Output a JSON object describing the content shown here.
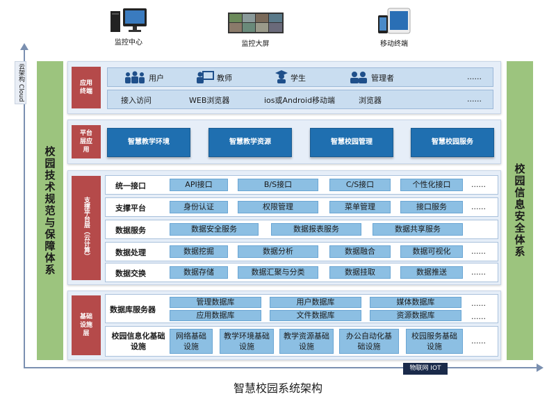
{
  "devices": [
    {
      "label": "监控中心",
      "icon": "desktop-computer-icon"
    },
    {
      "label": "监控大屏",
      "icon": "video-wall-icon"
    },
    {
      "label": "移动终端",
      "icon": "mobile-devices-icon"
    }
  ],
  "axes": {
    "vertical_label": "云架构 Cloud",
    "horizontal_label": "物联网 IOT"
  },
  "left_column": "校园技术规范与保障体系",
  "right_column": "校园信息安全体系",
  "app_terminal": {
    "tag": "应用终端",
    "users": [
      "用户",
      "教师",
      "学生",
      "管理者",
      "......"
    ],
    "access": [
      "接入访问",
      "WEB浏览器",
      "ios或Android移动端",
      "浏览器",
      "......"
    ]
  },
  "app_platform": {
    "tag": "平台层应用",
    "boxes": [
      "智慧教学环境",
      "智慧教学资源",
      "智慧校园管理",
      "智慧校园服务"
    ]
  },
  "support": {
    "tag": "支撑平台层（云计算）",
    "rows": [
      {
        "title": "统一接口",
        "items": [
          "API接口",
          "B/S接口",
          "C/S接口",
          "个性化接口"
        ],
        "more": "......"
      },
      {
        "title": "支撑平台",
        "items": [
          "身份认证",
          "权限管理",
          "菜单管理",
          "接口服务"
        ],
        "more": "......"
      },
      {
        "title": "数据服务",
        "items": [
          "数据安全服务",
          "数据报表服务",
          "数据共享服务"
        ],
        "more": ""
      },
      {
        "title": "数据处理",
        "items": [
          "数据挖掘",
          "数据分析",
          "数据融合",
          "数据可视化"
        ],
        "more": "......"
      },
      {
        "title": "数据交换",
        "items": [
          "数据存储",
          "数据汇聚与分类",
          "数据挂取",
          "数据推送"
        ],
        "more": "......"
      }
    ]
  },
  "infra": {
    "tag": "基础设施层",
    "db_title": "数据库服务器",
    "db_items": [
      "管理数据库",
      "用户数据库",
      "媒体数据库",
      "应用数据库",
      "文件数据库",
      "资源数据库"
    ],
    "db_more": [
      "......",
      "......"
    ],
    "info_title": "校园信息化基础设施",
    "info_items": [
      "网络基础设施",
      "教学环境基础设施",
      "教学资源基础设施",
      "办公自动化基础设施",
      "校园服务基础设施"
    ],
    "info_more": "......"
  },
  "caption": "智慧校园系统架构"
}
